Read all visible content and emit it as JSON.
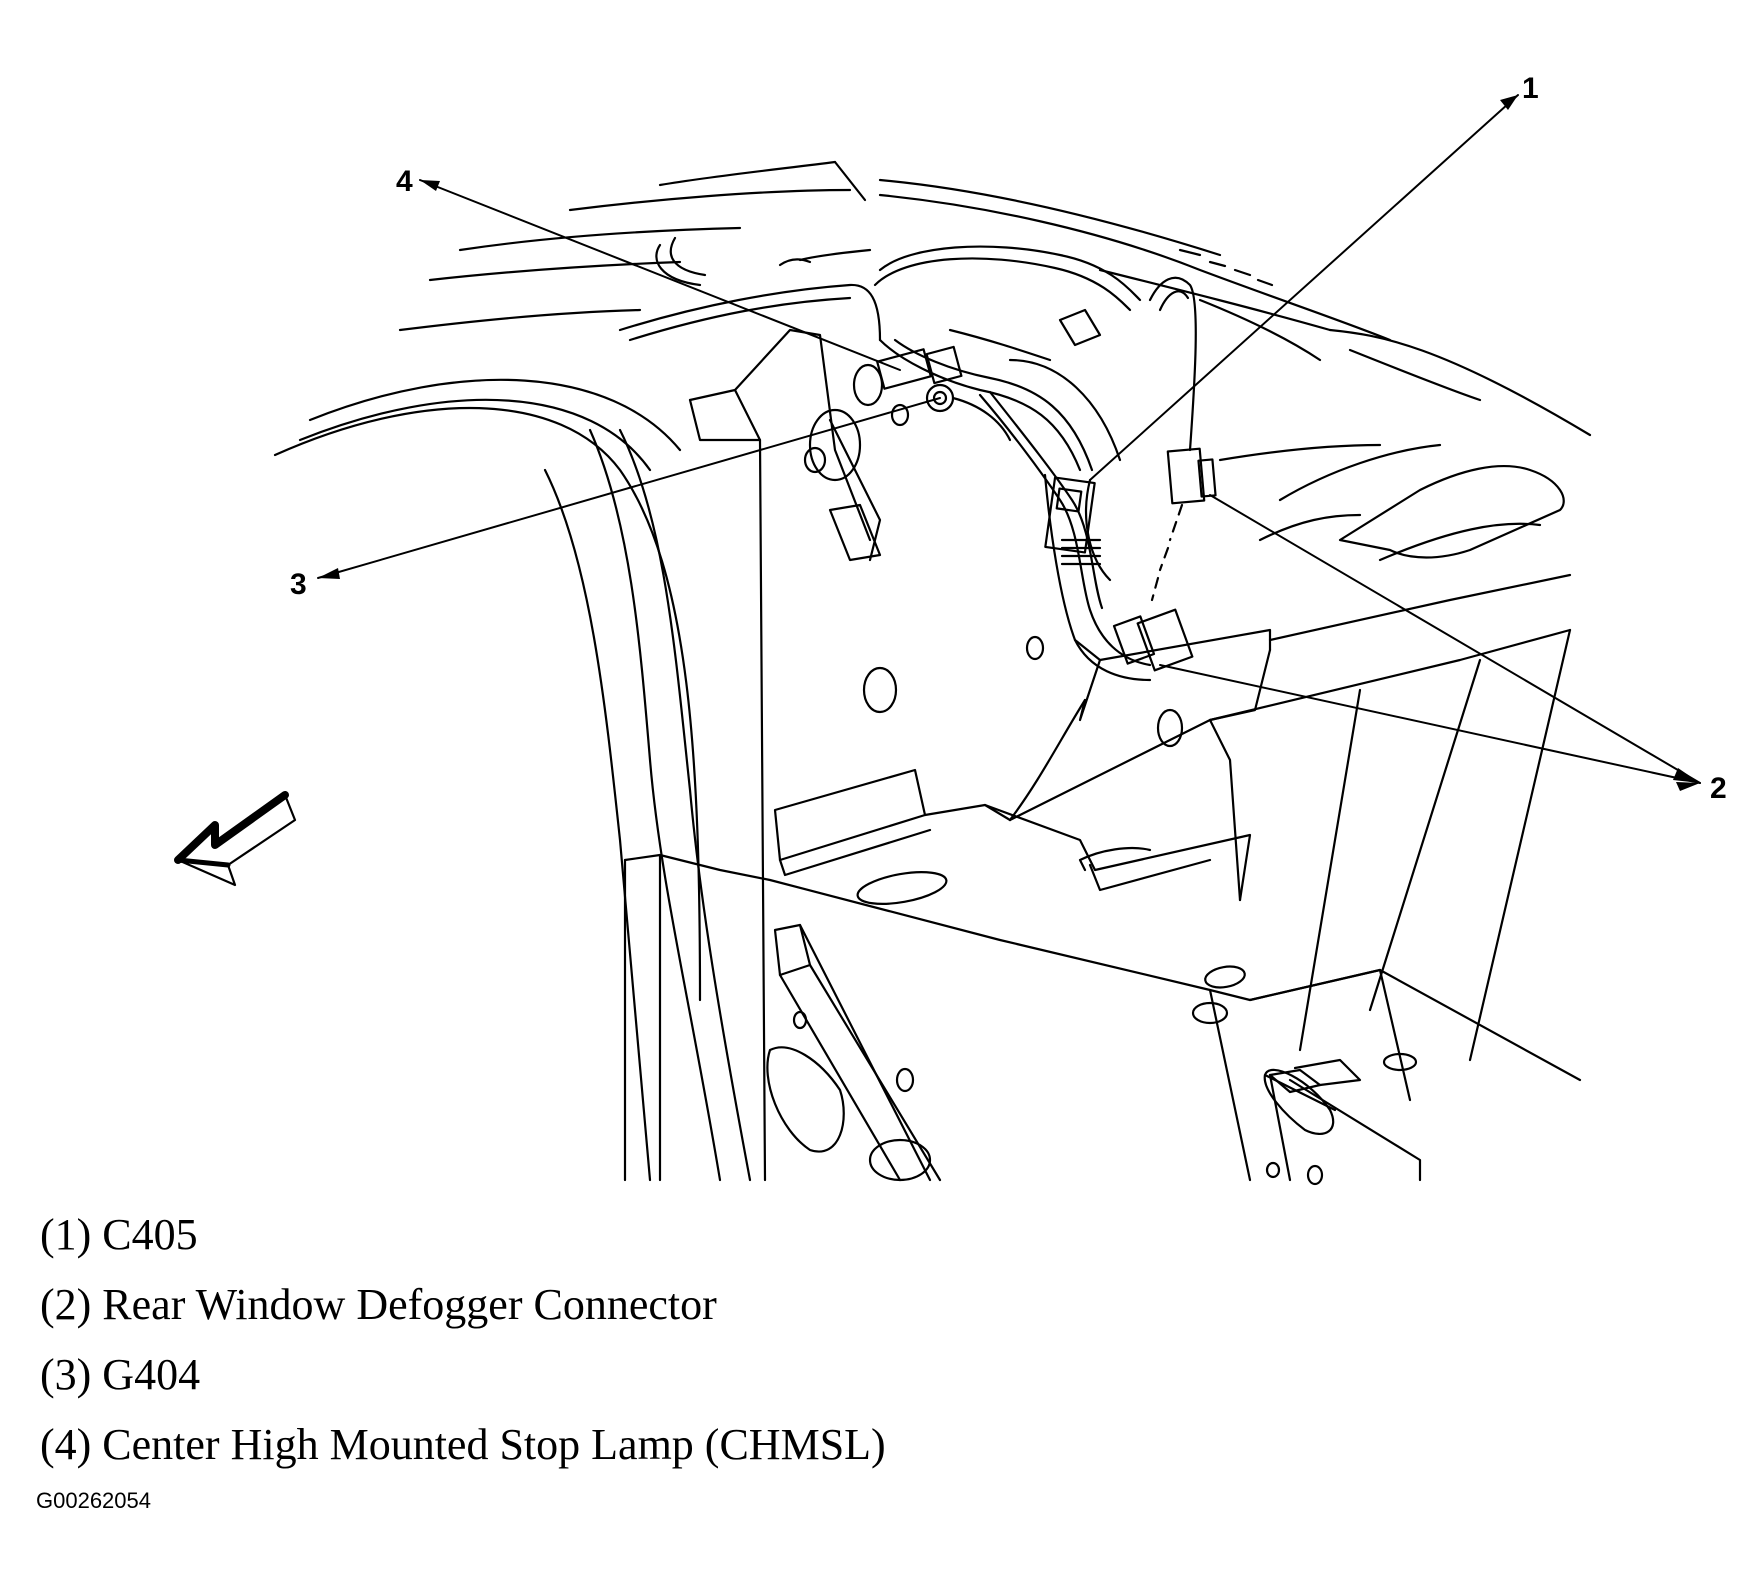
{
  "callouts": [
    {
      "number": "1",
      "label": "C405"
    },
    {
      "number": "2",
      "label": "Rear Window Defogger Connector"
    },
    {
      "number": "3",
      "label": "G404"
    },
    {
      "number": "4",
      "label": "Center High Mounted Stop Lamp (CHMSL)"
    }
  ],
  "legend": {
    "item1": "(1) C405",
    "item2": "(2) Rear Window Defogger Connector",
    "item3": "(3) G404",
    "item4": "(4) Center High Mounted Stop Lamp (CHMSL)"
  },
  "figure_id": "G00262054",
  "colors": {
    "line": "#000000",
    "background": "#ffffff"
  }
}
